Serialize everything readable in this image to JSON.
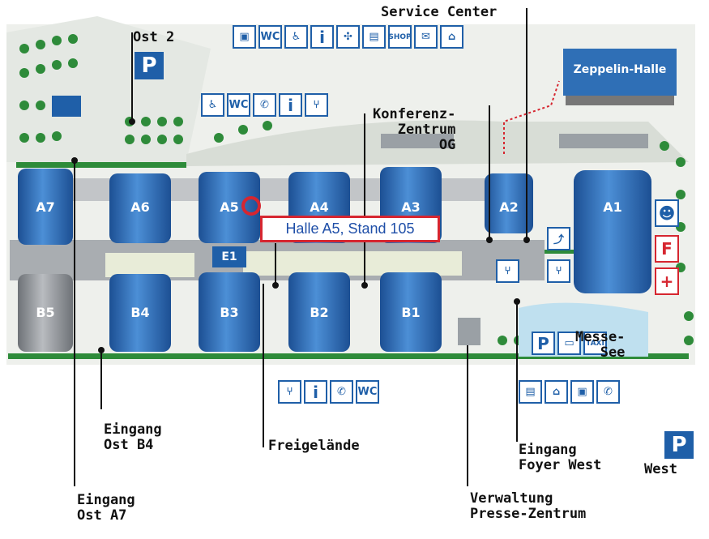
{
  "halls": {
    "a7": "A7",
    "a6": "A6",
    "a5": "A5",
    "a4": "A4",
    "a3": "A3",
    "a2": "A2",
    "a1": "A1",
    "b5": "B5",
    "b4": "B4",
    "b3": "B3",
    "b2": "B2",
    "b1": "B1",
    "e1": "E1"
  },
  "callout": "Halle A5, Stand 105",
  "zeppelin": "Zeppelin-Halle",
  "labels": {
    "service_center": "Service Center",
    "ost2": "Ost 2",
    "konferenz": [
      "Konferenz-",
      "Zentrum",
      "OG"
    ],
    "eingang_ost_b4": [
      "Eingang",
      "Ost B4"
    ],
    "freigelaende": "Freigelände",
    "eingang_ost_a7": [
      "Eingang",
      "Ost A7"
    ],
    "eingang_foyer_west": [
      "Eingang",
      "Foyer West"
    ],
    "verwaltung": [
      "Verwaltung",
      "Presse-Zentrum"
    ],
    "west": "West",
    "messe_see": [
      "Messe-",
      "See"
    ]
  },
  "icon_text": {
    "wc": "WC",
    "info": "i",
    "shop": "SHOP",
    "taxi": "TAXI",
    "parking": "P",
    "fire": "F",
    "first_aid": "+"
  },
  "colors": {
    "hall_blue": "#2f6fb6",
    "icon_blue": "#1f5fa8",
    "callout_border": "#d62630",
    "tree_green": "#2e8b3a",
    "ground": "#e9ece8"
  }
}
